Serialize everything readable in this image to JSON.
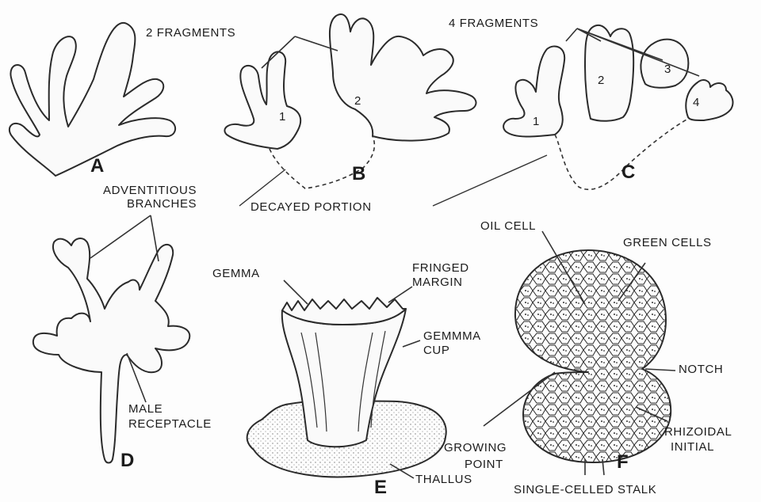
{
  "labels": {
    "two_fragments": "2 FRAGMENTS",
    "four_fragments": "4 FRAGMENTS",
    "decayed_portion": "DECAYED PORTION",
    "adventitious": "ADVENTITIOUS",
    "branches": "BRANCHES",
    "oil_cell": "OIL CELL",
    "green_cells": "GREEN CELLS",
    "gemma": "GEMMA",
    "fringed": "FRINGED",
    "margin": "MARGIN",
    "gemma_cup_1": "GEMMMA",
    "gemma_cup_2": "CUP",
    "notch": "NOTCH",
    "male": "MALE",
    "receptacle": "RECEPTACLE",
    "rhizoidal": "RHIZOIDAL",
    "initial": "INITIAL",
    "growing": "GROWING",
    "point": "POINT",
    "thallus": "THALLUS",
    "stalk": "SINGLE-CELLED STALK"
  },
  "figure_letters": [
    "A",
    "B",
    "C",
    "D",
    "E",
    "F"
  ],
  "fragment_numbers": {
    "b": [
      "1",
      "2"
    ],
    "c": [
      "1",
      "2",
      "3",
      "4"
    ]
  }
}
